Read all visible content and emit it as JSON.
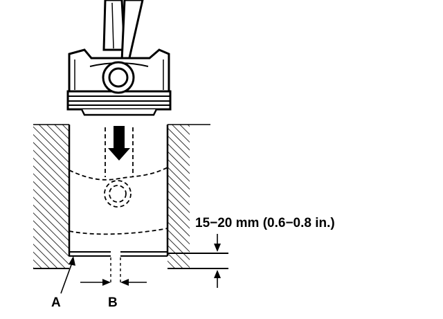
{
  "diagram": {
    "dimension_label": "15−20 mm (0.6−0.8 in.)",
    "label_a": "A",
    "label_b": "B"
  }
}
